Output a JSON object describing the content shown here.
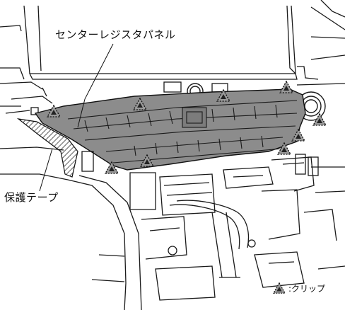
{
  "callouts": {
    "center_register_panel": "センターレジスタパネル",
    "protective_tape": "保護テープ"
  },
  "legend": {
    "icon": "clip-triangle-icon",
    "label": ":クリップ"
  },
  "colors": {
    "line": "#1a1a1a",
    "panel_fill": "#8c8c8c",
    "clip_fill": "#9a9a9a",
    "background": "#ffffff"
  }
}
